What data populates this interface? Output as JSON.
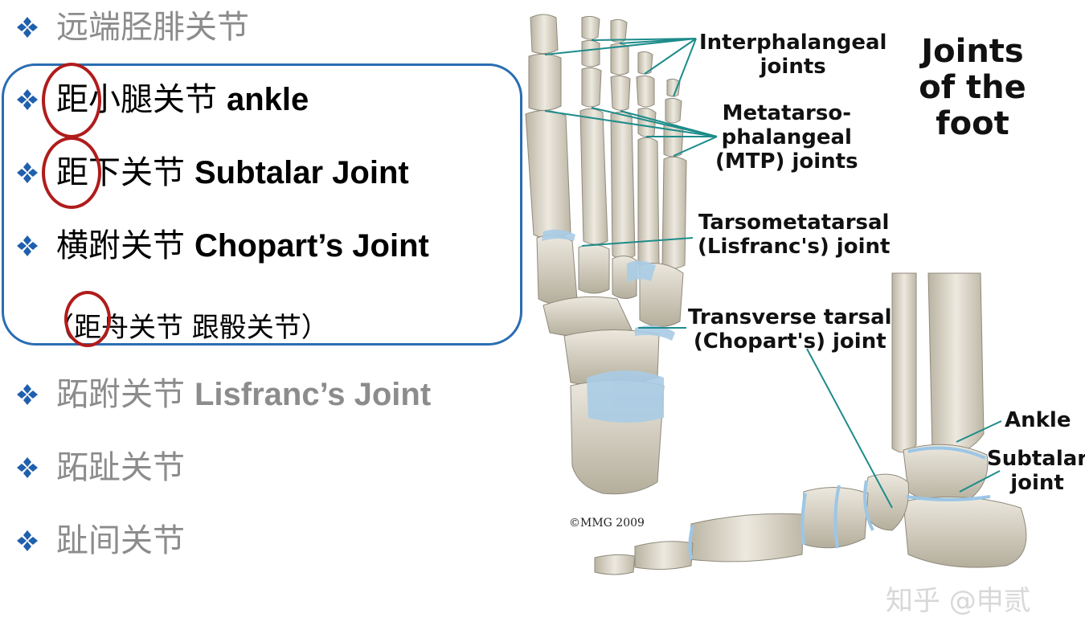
{
  "bullets": [
    {
      "cn": "远端胫腓关节",
      "en": "",
      "style": "gray"
    },
    {
      "cn": "距小腿关节",
      "en": "ankle",
      "style": "dark"
    },
    {
      "cn": "距下关节",
      "en": "Subtalar Joint",
      "style": "dark"
    },
    {
      "cn": "横跗关节",
      "en": "Chopart’s Joint",
      "style": "dark"
    },
    {
      "cn": "跖跗关节",
      "en": "Lisfranc’s Joint",
      "style": "gray"
    },
    {
      "cn": "跖趾关节",
      "en": "",
      "style": "gray"
    },
    {
      "cn": "趾间关节",
      "en": "",
      "style": "gray"
    }
  ],
  "sub_item": "（距舟关节  跟骰关节）",
  "colors": {
    "bullet_blue": "#1f5fae",
    "box_border": "#2a6db3",
    "circle_red": "#b01c1c",
    "gray_text": "#8c8c8c"
  },
  "figure": {
    "title": "Joints\nof the\nfoot",
    "labels": {
      "interphalangeal": "Interphalangeal\njoints",
      "mtp": "Metatarso-\nphalangeal\n(MTP) joints",
      "tarsometatarsal": "Tarsometatarsal\n(Lisfranc's) joint",
      "transverse": "Transverse tarsal\n(Chopart's) joint",
      "ankle": "Ankle",
      "subtalar": "Subtalar\njoint"
    },
    "copyright": "©MMG 2009"
  },
  "watermark": "知乎 @申贰"
}
